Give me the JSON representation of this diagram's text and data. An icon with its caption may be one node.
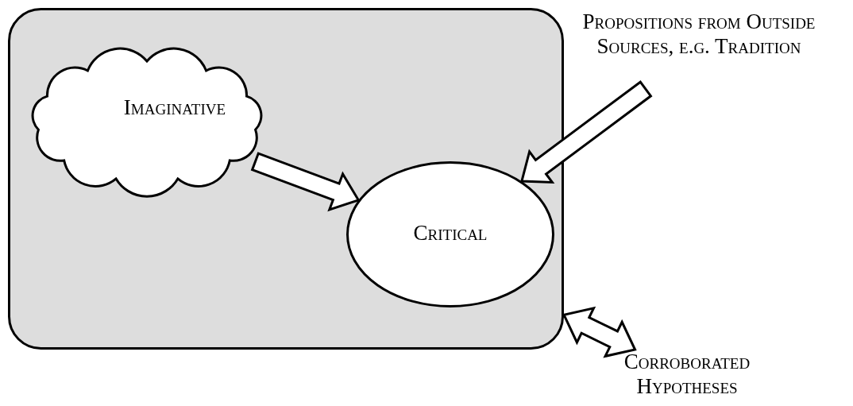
{
  "diagram": {
    "nodes": [
      {
        "text": [],
        "shape": "box"
      },
      {
        "text": [
          "Imaginative"
        ],
        "in": 0
      },
      {
        "text": [
          "Critical"
        ],
        "in": 0
      },
      {
        "text": [
          "Propositions from Outside Sources, e.g. Tradition"
        ]
      },
      {
        "text": [
          "Corroborated Hypotheses"
        ]
      }
    ],
    "edges": [
      {
        "from": 1,
        "to": 2,
        "arrow": "to"
      },
      {
        "from": 3,
        "to": 2,
        "arrow": "to"
      },
      {
        "from": 0,
        "to": 4,
        "arrow": "both"
      }
    ]
  }
}
